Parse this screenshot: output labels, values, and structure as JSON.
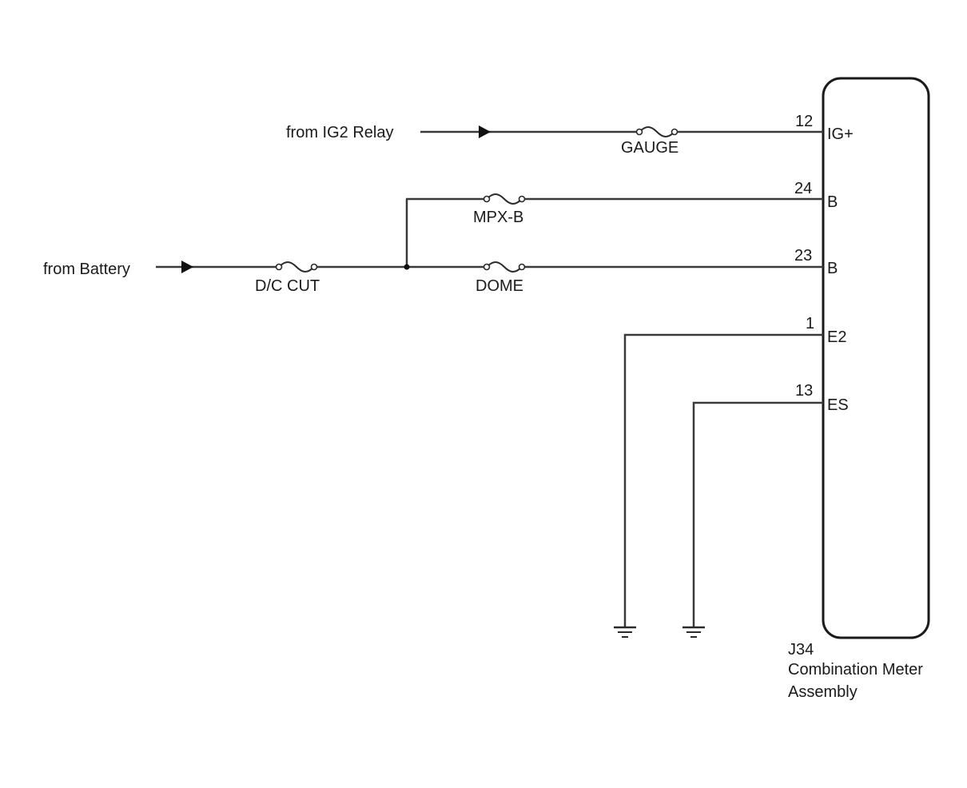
{
  "component": {
    "id": "J34",
    "name_line1": "Combination Meter",
    "name_line2": "Assembly",
    "pins": [
      {
        "number": "12",
        "label": "IG+"
      },
      {
        "number": "24",
        "label": "B"
      },
      {
        "number": "23",
        "label": "B"
      },
      {
        "number": "1",
        "label": "E2"
      },
      {
        "number": "13",
        "label": "ES"
      }
    ]
  },
  "sources": {
    "ig2": "from IG2 Relay",
    "battery": "from Battery"
  },
  "fuses": {
    "gauge": "GAUGE",
    "mpxb": "MPX-B",
    "dcCut": "D/C CUT",
    "dome": "DOME"
  }
}
